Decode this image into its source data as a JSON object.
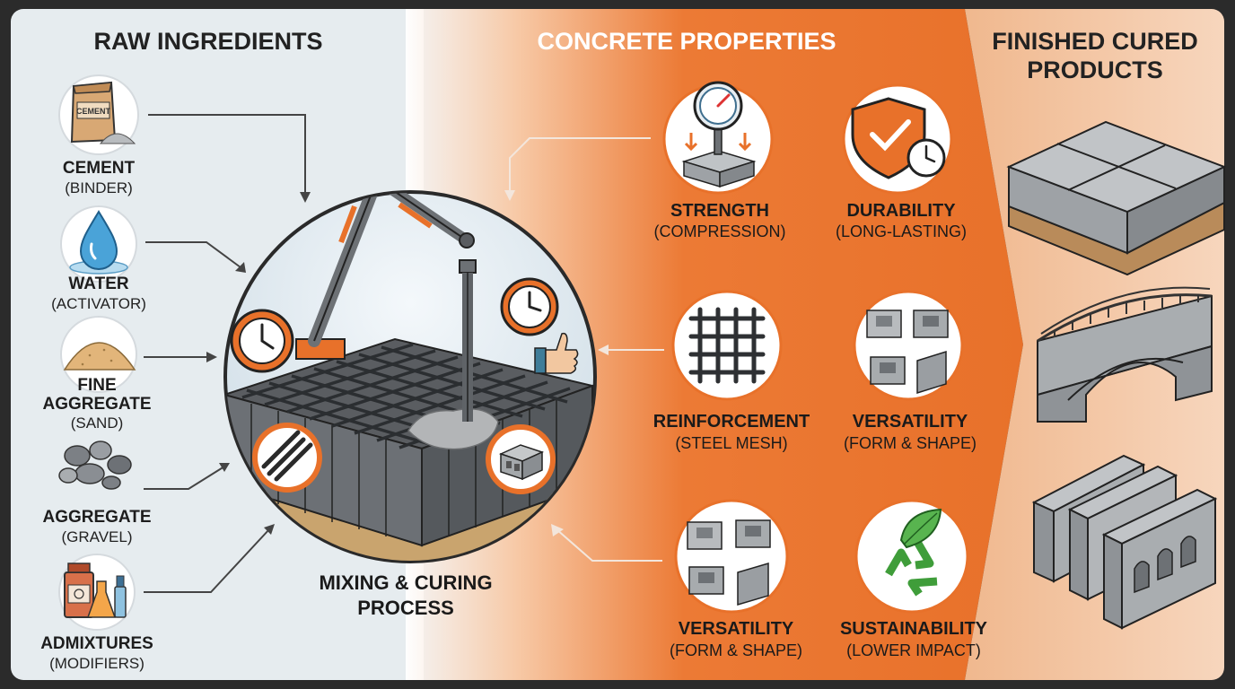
{
  "sections": {
    "raw": "RAW INGREDIENTS",
    "properties": "CONCRETE PROPERTIES",
    "finished_line1": "FINISHED CURED",
    "finished_line2": "PRODUCTS"
  },
  "ingredients": [
    {
      "name": "CEMENT",
      "role": "(BINDER)",
      "icon": "cement-bag-icon",
      "bag_text": "CEMENT"
    },
    {
      "name": "WATER",
      "role": "(ACTIVATOR)",
      "icon": "water-drop-icon"
    },
    {
      "name_line1": "FINE",
      "name_line2": "AGGREGATE",
      "role": "(SAND)",
      "icon": "sand-pile-icon"
    },
    {
      "name": "AGGREGATE",
      "role": "(GRAVEL)",
      "icon": "gravel-icon"
    },
    {
      "name": "ADMIXTURES",
      "role": "(MODIFIERS)",
      "icon": "chemical-bottles-icon"
    }
  ],
  "process": {
    "line1": "MIXING & CURING",
    "line2": "PROCESS"
  },
  "properties": [
    {
      "name": "STRENGTH",
      "desc": "(COMPRESSION)",
      "icon": "pressure-gauge-icon"
    },
    {
      "name": "DURABILITY",
      "desc": "(LONG-LASTING)",
      "icon": "shield-clock-icon"
    },
    {
      "name": "REINFORCEMENT",
      "desc": "(STEEL MESH)",
      "icon": "steel-mesh-icon"
    },
    {
      "name": "VERSATILITY",
      "desc": "(FORM & SHAPE)",
      "icon": "blocks-icon"
    },
    {
      "name": "VERSATILITY",
      "desc": "(FORM & SHAPE)",
      "icon": "blocks-icon"
    },
    {
      "name": "SUSTAINABILITY",
      "desc": "(LOWER IMPACT)",
      "icon": "recycle-leaf-icon"
    }
  ],
  "products": [
    {
      "icon": "paving-slab-icon"
    },
    {
      "icon": "arch-bridge-icon"
    },
    {
      "icon": "precast-walls-icon"
    }
  ],
  "colors": {
    "orange": "#e8712a",
    "left_bg": "#e6ecef",
    "right_bg": "#f4c9a8",
    "concrete": "#a9adb0",
    "dark": "#2a2a2a"
  }
}
